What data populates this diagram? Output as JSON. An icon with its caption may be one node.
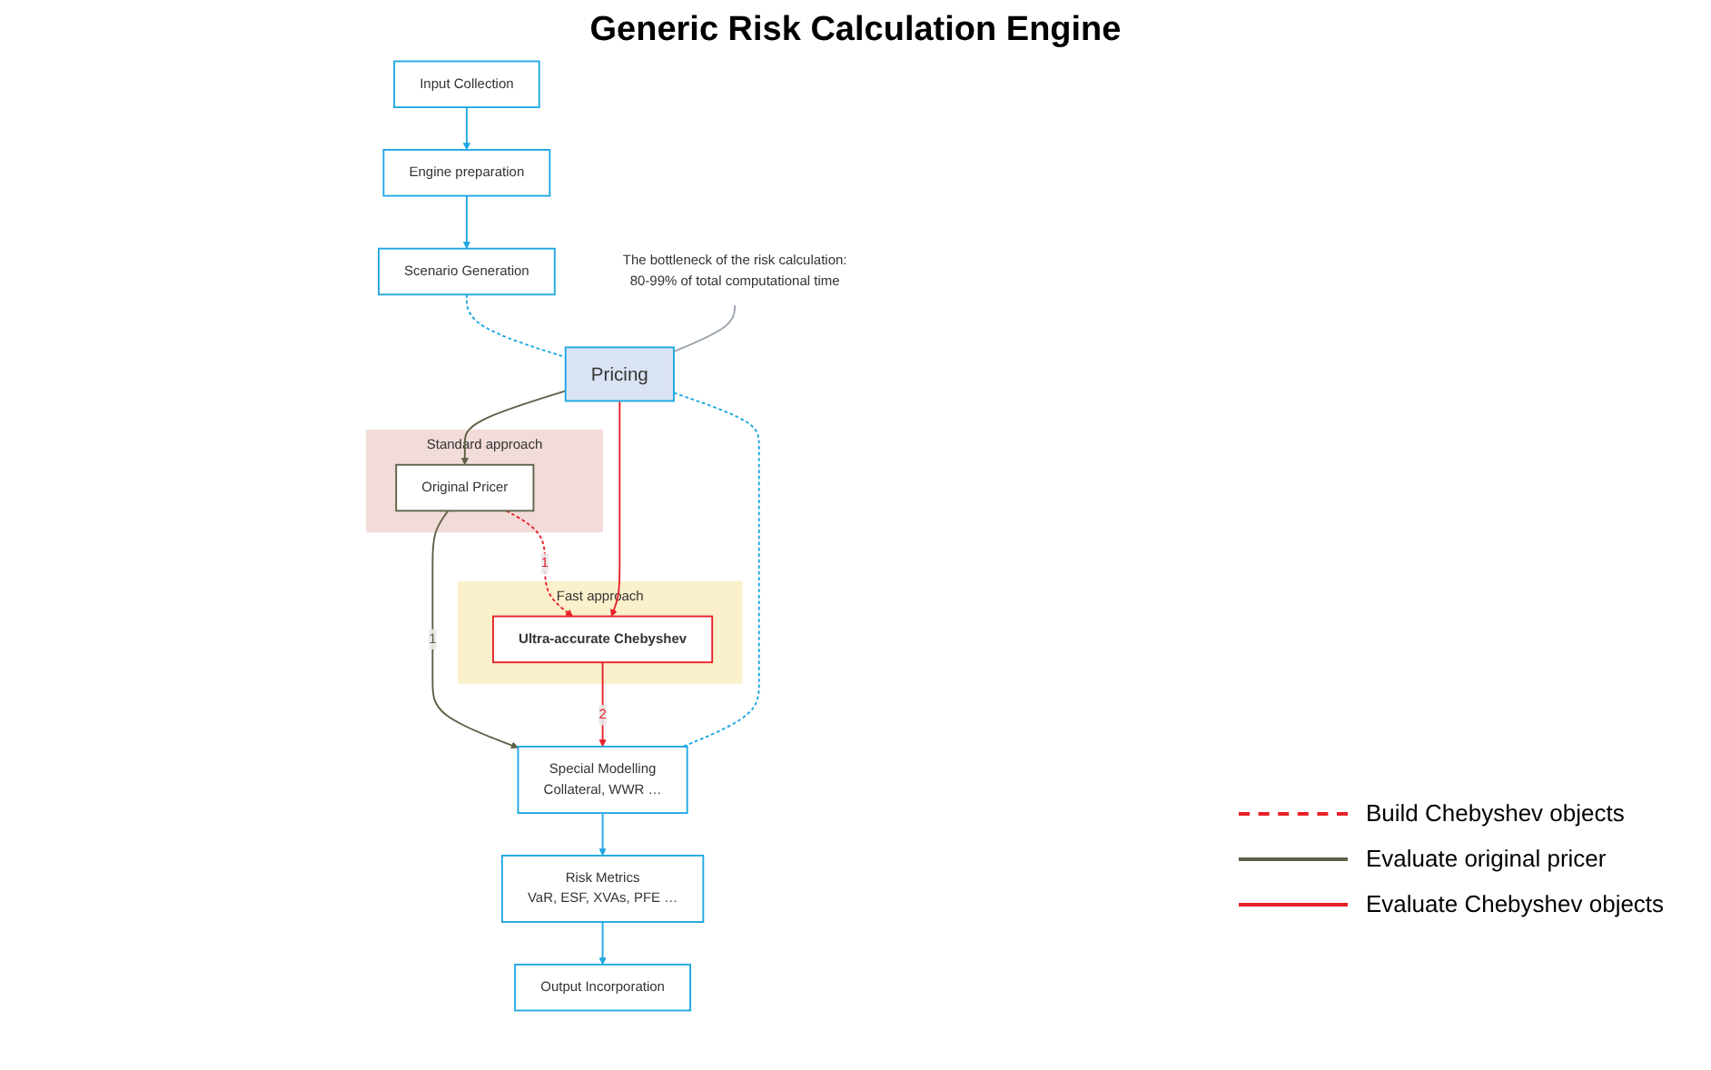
{
  "diagram": {
    "title": "Generic Risk Calculation Engine",
    "nodes": [
      {
        "text": [
          "Input Collection"
        ]
      },
      {
        "text": [
          "Engine preparation"
        ]
      },
      {
        "text": [
          "Scenario Generation"
        ]
      },
      {
        "text": [
          "Standard approach"
        ]
      },
      {
        "text": [
          "Original Pricer"
        ],
        "in": 3
      },
      {
        "text": [
          "Pricing"
        ]
      },
      {
        "text": [
          "Fast approach"
        ]
      },
      {
        "text": [
          "Ultra-accurate Chebyshev"
        ],
        "in": 6
      },
      {
        "text": [
          "Special Modelling",
          "Collateral, WWR …"
        ]
      },
      {
        "text": [
          "Risk Metrics",
          "VaR, ESF, XVAs, PFE …"
        ]
      },
      {
        "text": [
          "Output Incorporation"
        ]
      },
      {
        "text": [
          "The bottleneck of the risk calculation:",
          "80-99% of total computational time"
        ]
      }
    ],
    "edges": [
      {
        "from": 0,
        "to": 1,
        "arrow": "to"
      },
      {
        "from": 1,
        "to": 2,
        "arrow": "to"
      },
      {
        "from": 2,
        "to": 5,
        "arrow": "none",
        "style": "dashed"
      },
      {
        "from": 5,
        "to": 4,
        "arrow": "to",
        "color": "#5f6046"
      },
      {
        "from": 4,
        "to": 7,
        "arrow": "to",
        "label": "1",
        "style": "dashed",
        "color": "#e8202a"
      },
      {
        "from": 5,
        "to": 7,
        "arrow": "to",
        "color": "#e8202a"
      },
      {
        "from": 4,
        "to": 8,
        "arrow": "to",
        "label": "1",
        "color": "#5f6046"
      },
      {
        "from": 7,
        "to": 8,
        "arrow": "to",
        "label": "2",
        "color": "#e8202a"
      },
      {
        "from": 5,
        "to": 8,
        "arrow": "none",
        "style": "dashed"
      },
      {
        "from": 8,
        "to": 9,
        "arrow": "to"
      },
      {
        "from": 9,
        "to": 10,
        "arrow": "to"
      },
      {
        "from": 11,
        "to": 5,
        "arrow": "none",
        "color": "#9aa3ad"
      }
    ],
    "legend": [
      {
        "text": "Build Chebyshev objects"
      },
      {
        "text": "Evaluate original pricer"
      },
      {
        "text": "Evaluate Chebyshev objects"
      }
    ]
  }
}
